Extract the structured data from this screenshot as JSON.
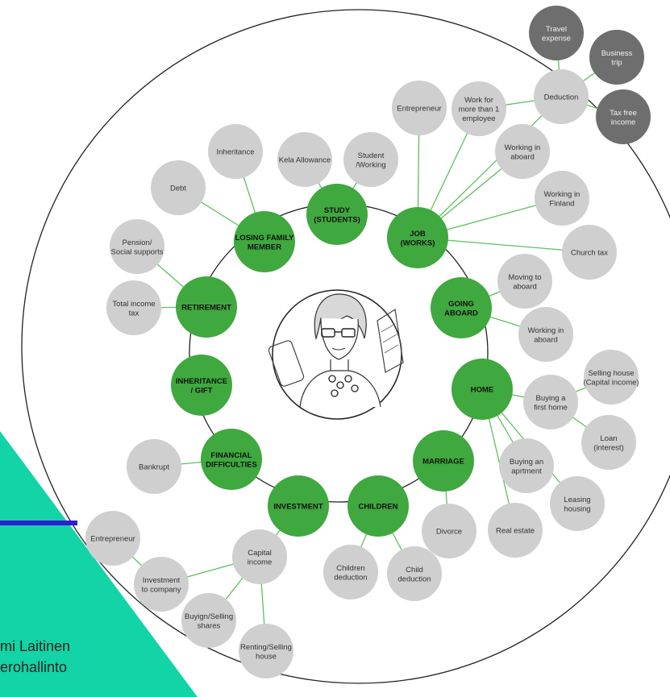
{
  "diagram": {
    "center_image": "person-sketch-avatar",
    "colors": {
      "life_event": "#3fa83f",
      "topic": "#cfcfcf",
      "sub_topic": "#6e6e6e",
      "link": "#5fbf5f",
      "accent_teal": "#12d4a6",
      "accent_blue": "#2a1fd1"
    },
    "nodes": [
      {
        "id": "study",
        "kind": "event",
        "text": "STUDY\n(STUDENTS)"
      },
      {
        "id": "job",
        "kind": "event",
        "text": "JOB\n(WORKS)"
      },
      {
        "id": "going",
        "kind": "event",
        "text": "GOING\nABOARD"
      },
      {
        "id": "home",
        "kind": "event",
        "text": "HOME"
      },
      {
        "id": "marriage",
        "kind": "event",
        "text": "MARRIAGE"
      },
      {
        "id": "children",
        "kind": "event",
        "text": "CHILDREN"
      },
      {
        "id": "investment",
        "kind": "event",
        "text": "INVESTMENT"
      },
      {
        "id": "financial",
        "kind": "event",
        "text": "FINANCIAL\nDIFFICULTIES"
      },
      {
        "id": "inheritance_gift",
        "kind": "event",
        "text": "INHERITANCE\n/ GIFT"
      },
      {
        "id": "retirement",
        "kind": "event",
        "text": "RETIREMENT"
      },
      {
        "id": "losing",
        "kind": "event",
        "text": "LOSING FAMILY\nMEMBER"
      },
      {
        "id": "kela",
        "kind": "topic",
        "text": "Kela Allowance"
      },
      {
        "id": "student_working",
        "kind": "topic",
        "text": "Student\n/Working"
      },
      {
        "id": "entrepreneur_job",
        "kind": "topic",
        "text": "Entrepreneur"
      },
      {
        "id": "work_more",
        "kind": "topic",
        "text": "Work for\nmore than 1\nemployee"
      },
      {
        "id": "deduction",
        "kind": "topic",
        "text": "Deduction"
      },
      {
        "id": "working_abroad_job",
        "kind": "topic",
        "text": "Working in\naboard"
      },
      {
        "id": "working_finland",
        "kind": "topic",
        "text": "Working in\nFinland"
      },
      {
        "id": "church_tax",
        "kind": "topic",
        "text": "Church tax"
      },
      {
        "id": "moving_abroad",
        "kind": "topic",
        "text": "Moving to\naboard"
      },
      {
        "id": "working_abroad_go",
        "kind": "topic",
        "text": "Working in\naboard"
      },
      {
        "id": "selling_house",
        "kind": "topic",
        "text": "Selling house\n(Capital income)"
      },
      {
        "id": "buying_first",
        "kind": "topic",
        "text": "Buying a\nfirst home"
      },
      {
        "id": "loan",
        "kind": "topic",
        "text": "Loan\n(interest)"
      },
      {
        "id": "buying_apt",
        "kind": "topic",
        "text": "Buying an\naprtment"
      },
      {
        "id": "leasing",
        "kind": "topic",
        "text": "Leasing\nhousing"
      },
      {
        "id": "real_estate",
        "kind": "topic",
        "text": "Real estate"
      },
      {
        "id": "divorce",
        "kind": "topic",
        "text": "Divorce"
      },
      {
        "id": "child_deduction",
        "kind": "topic",
        "text": "Child\ndeduction"
      },
      {
        "id": "children_deduction",
        "kind": "topic",
        "text": "Children\ndeduction"
      },
      {
        "id": "capital_income",
        "kind": "topic",
        "text": "Capital\nincome"
      },
      {
        "id": "renting_selling",
        "kind": "topic",
        "text": "Renting/Selling\nhouse"
      },
      {
        "id": "buying_selling_shares",
        "kind": "topic",
        "text": "Buyign/Selling\nshares"
      },
      {
        "id": "investment_company",
        "kind": "topic",
        "text": "Investment\nto company"
      },
      {
        "id": "entrepreneur_inv",
        "kind": "topic",
        "text": "Entrepreneur"
      },
      {
        "id": "bankrupt",
        "kind": "topic",
        "text": "Bankrupt"
      },
      {
        "id": "total_income_tax",
        "kind": "topic",
        "text": "Total income\ntax"
      },
      {
        "id": "pension",
        "kind": "topic",
        "text": "Pension/\nSocial supports"
      },
      {
        "id": "debt",
        "kind": "topic",
        "text": "Debt"
      },
      {
        "id": "inheritance",
        "kind": "topic",
        "text": "Inheritance"
      },
      {
        "id": "travel_expense",
        "kind": "sub",
        "text": "Travel\nexpense"
      },
      {
        "id": "business_trip",
        "kind": "sub",
        "text": "Business\ntrip"
      },
      {
        "id": "tax_free",
        "kind": "sub",
        "text": "Tax free\nincome"
      }
    ],
    "links": [
      [
        "study",
        "kela"
      ],
      [
        "study",
        "student_working"
      ],
      [
        "job",
        "entrepreneur_job"
      ],
      [
        "job",
        "work_more"
      ],
      [
        "job",
        "deduction"
      ],
      [
        "job",
        "working_abroad_job"
      ],
      [
        "job",
        "working_finland"
      ],
      [
        "job",
        "church_tax"
      ],
      [
        "work_more",
        "deduction"
      ],
      [
        "deduction",
        "travel_expense"
      ],
      [
        "deduction",
        "business_trip"
      ],
      [
        "deduction",
        "tax_free"
      ],
      [
        "going",
        "moving_abroad"
      ],
      [
        "going",
        "working_abroad_go"
      ],
      [
        "home",
        "buying_first"
      ],
      [
        "home",
        "buying_apt"
      ],
      [
        "home",
        "leasing"
      ],
      [
        "home",
        "real_estate"
      ],
      [
        "buying_first",
        "selling_house"
      ],
      [
        "buying_first",
        "loan"
      ],
      [
        "marriage",
        "divorce"
      ],
      [
        "children",
        "child_deduction"
      ],
      [
        "children",
        "children_deduction"
      ],
      [
        "investment",
        "capital_income"
      ],
      [
        "capital_income",
        "renting_selling"
      ],
      [
        "capital_income",
        "buying_selling_shares"
      ],
      [
        "capital_income",
        "investment_company"
      ],
      [
        "investment_company",
        "entrepreneur_inv"
      ],
      [
        "financial",
        "bankrupt"
      ],
      [
        "retirement",
        "total_income_tax"
      ],
      [
        "retirement",
        "pension"
      ],
      [
        "losing",
        "debt"
      ],
      [
        "losing",
        "inheritance"
      ]
    ]
  },
  "credit": {
    "line1": "mi Laitinen",
    "line2": "erohallinto"
  }
}
